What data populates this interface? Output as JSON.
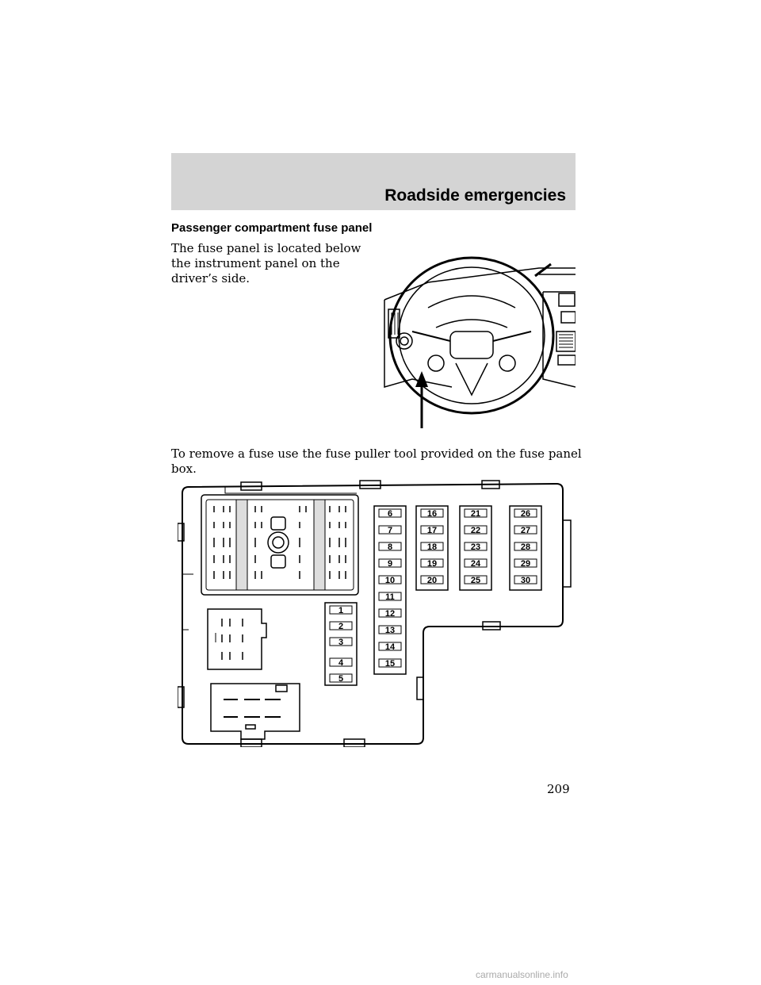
{
  "header": {
    "section_title": "Roadside emergencies"
  },
  "content": {
    "subheading": "Passenger compartment fuse panel",
    "intro": "The fuse panel is located below the instrument panel on the driver’s side.",
    "instruction": "To remove a fuse use the fuse puller tool provided on the fuse panel box."
  },
  "fuse_panel": {
    "col_a": [
      "1",
      "2",
      "3",
      "4",
      "5"
    ],
    "col_b": [
      "6",
      "7",
      "8",
      "9",
      "10",
      "11",
      "12",
      "13",
      "14",
      "15"
    ],
    "col_c": [
      "16",
      "17",
      "18",
      "19",
      "20"
    ],
    "col_d": [
      "21",
      "22",
      "23",
      "24",
      "25"
    ],
    "col_e": [
      "26",
      "27",
      "28",
      "29",
      "30"
    ]
  },
  "footer": {
    "page_number": "209",
    "watermark": "carmanualsonline.info"
  }
}
